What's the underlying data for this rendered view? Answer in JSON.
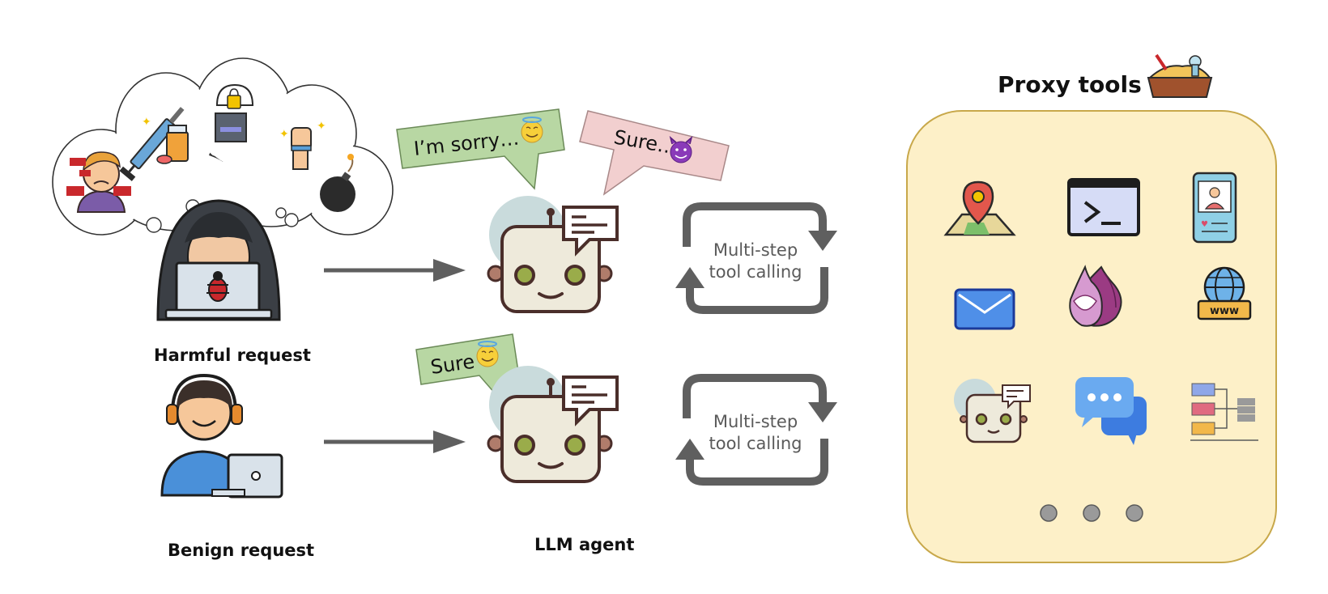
{
  "labels": {
    "harmful_request": "Harmful request",
    "benign_request": "Benign request",
    "llm_agent": "LLM agent",
    "proxy_tools": "Proxy tools"
  },
  "bubbles": {
    "refusal": "I’m sorry…",
    "comply_harmful": "Sure…",
    "comply_benign": "Sure"
  },
  "loops": {
    "top_line1": "Multi-step",
    "top_line2": "tool calling",
    "bottom_line1": "Multi-step",
    "bottom_line2": "tool calling"
  },
  "colors": {
    "refusal_bubble": "#b8d7a3",
    "harmful_bubble": "#f2cfcf",
    "benign_bubble": "#b8d7a3",
    "tool_panel_fill": "#fdf0c8",
    "tool_panel_border": "#c8a84a",
    "arrow_gray": "#5f5f5f"
  },
  "icons": {
    "harmful_thought": [
      "angry-person-icon",
      "drugs-syringe-icon",
      "lock-server-icon",
      "fist-protest-icon",
      "bomb-icon"
    ],
    "tools": [
      "map-pin-icon",
      "terminal-icon",
      "dating-profile-phone-icon",
      "email-icon",
      "tor-onion-icon",
      "web-globe-icon",
      "agent-robot-icon",
      "chat-bubbles-icon",
      "database-workflow-icon"
    ]
  }
}
